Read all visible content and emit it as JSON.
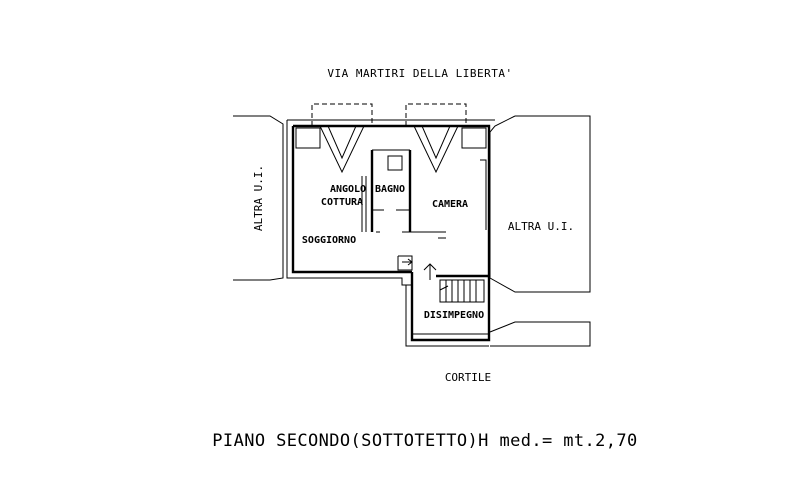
{
  "street": "VIA MARTIRI DELLA LIBERTA'",
  "rooms": {
    "angolo": "ANGOLO",
    "cottura": "COTTURA",
    "bagno": "BAGNO",
    "camera": "CAMERA",
    "soggiorno": "SOGGIORNO",
    "disimpegno": "DISIMPEGNO"
  },
  "neighbors": {
    "left": "ALTRA U.I.",
    "right": "ALTRA U.I."
  },
  "courtyard": "CORTILE",
  "title": "PIANO SECONDO(SOTTOTETTO)H med.= mt.2,70"
}
